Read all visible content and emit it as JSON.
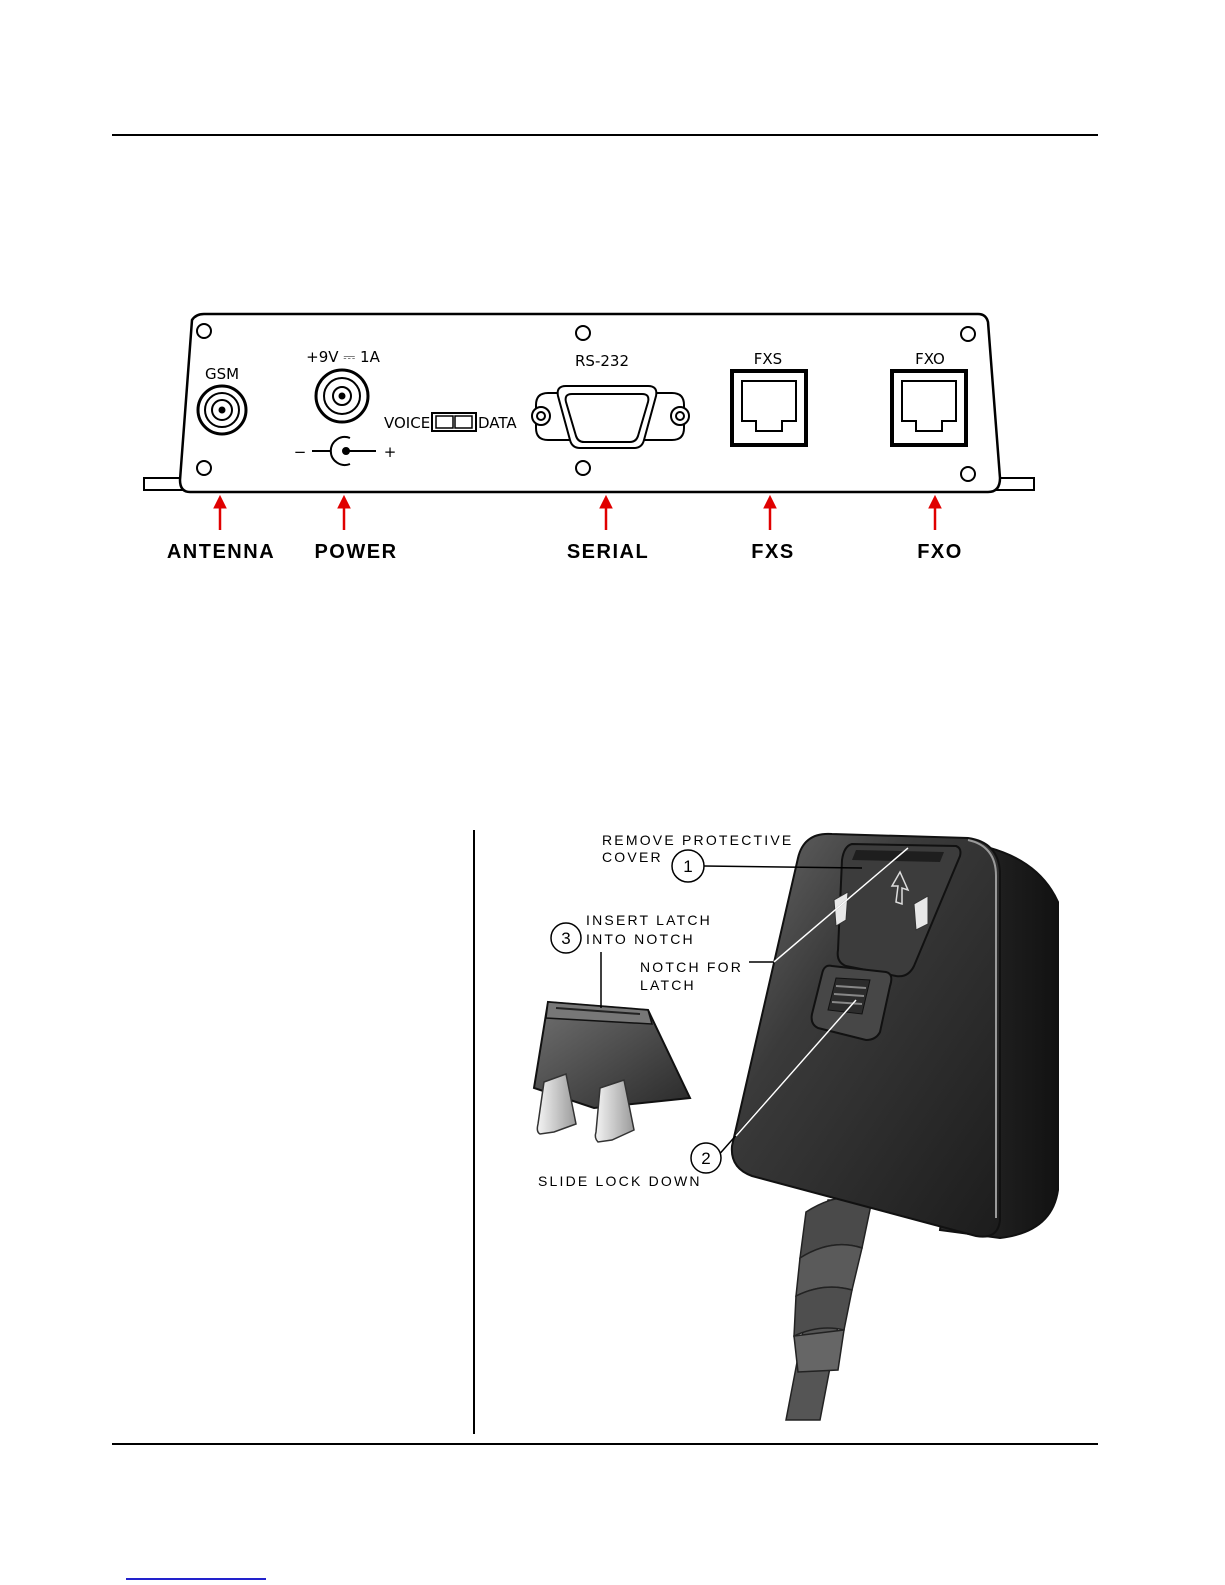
{
  "panel": {
    "marks": {
      "gsm": "GSM",
      "power_rating": "+9V ⎓ 1A",
      "voice": "VOICE",
      "data": "DATA",
      "rs232": "RS-232",
      "fxs": "FXS",
      "fxo": "FXO",
      "minus": "−",
      "plus": "+"
    },
    "callouts": [
      "ANTENNA",
      "POWER",
      "SERIAL",
      "FXS",
      "FXO"
    ]
  },
  "adapter": {
    "notes": {
      "remove_1": "REMOVE PROTECTIVE",
      "remove_2": "COVER",
      "insert_1": "INSERT LATCH",
      "insert_2": "INTO NOTCH",
      "notch_1": "NOTCH FOR",
      "notch_2": "LATCH",
      "slide": "SLIDE LOCK DOWN"
    },
    "steps": [
      "1",
      "2",
      "3"
    ]
  },
  "colors": {
    "arrow": "#e00000",
    "housing": "#2e2e2e",
    "housing_light": "#5a5a5a"
  }
}
